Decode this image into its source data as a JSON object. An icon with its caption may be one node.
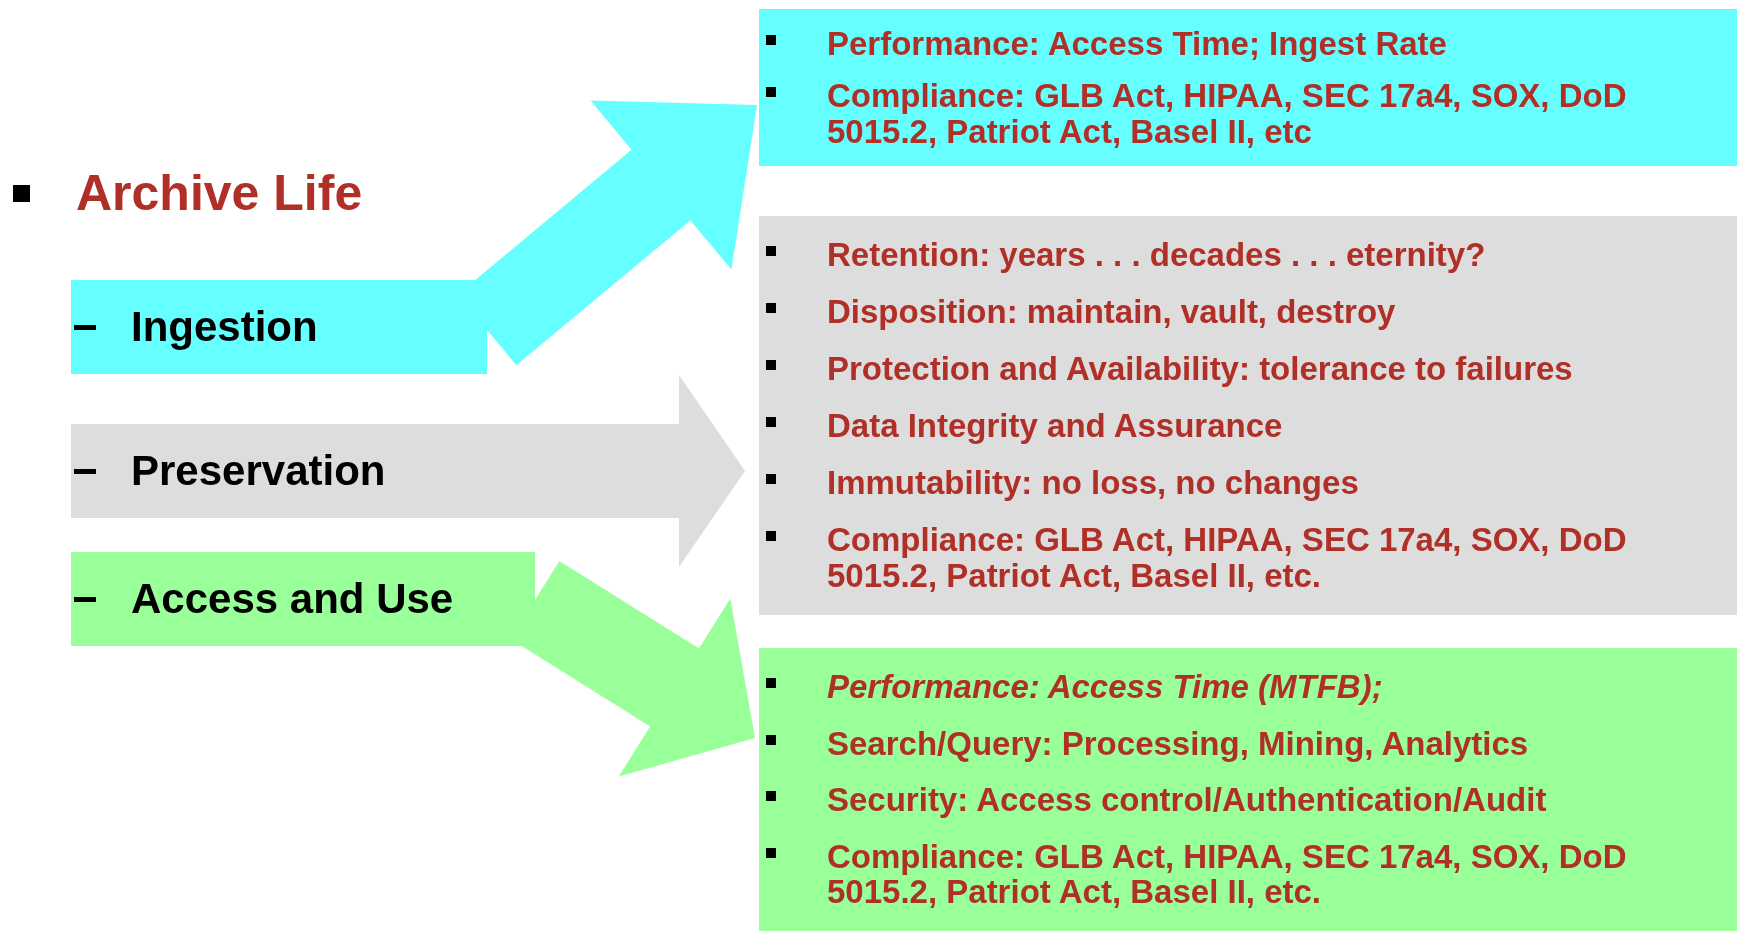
{
  "diagram": {
    "nodes": [
      {
        "text": [
          "Ingestion"
        ]
      },
      {
        "text": [
          "Preservation"
        ]
      },
      {
        "text": [
          "Access and Use"
        ]
      },
      {
        "text": [
          "Performance: Access Time; Ingest Rate",
          "Compliance: GLB Act, HIPAA, SEC 17a4, SOX, DoD 5015.2, Patriot Act, Basel II, etc"
        ]
      },
      {
        "text": [
          "Retention: years . . . decades . . . eternity?",
          "Disposition: maintain, vault, destroy",
          "Protection and Availability: tolerance to failures",
          "Data Integrity and Assurance",
          "Immutability: no loss, no changes",
          "Compliance: GLB Act, HIPAA, SEC 17a4, SOX, DoD 5015.2, Patriot Act, Basel II, etc."
        ]
      },
      {
        "text": [
          "*Performance: Access Time (MTFB);*",
          "Search/Query: Processing, Mining, Analytics",
          "Security: Access control/Authentication/Audit",
          "Compliance: GLB Act, HIPAA, SEC 17a4, SOX, DoD 5015.2, Patriot Act, Basel II, etc."
        ]
      }
    ],
    "edges": [
      {
        "from": 0,
        "to": 3,
        "arrow": "to",
        "style": "thick",
        "color": "#66ffff"
      },
      {
        "from": 1,
        "to": 4,
        "arrow": "to",
        "style": "thick",
        "color": "#dddddd"
      },
      {
        "from": 2,
        "to": 5,
        "arrow": "to",
        "style": "thick",
        "color": "#99ff99"
      }
    ],
    "labels": [
      "Archive Life"
    ]
  }
}
